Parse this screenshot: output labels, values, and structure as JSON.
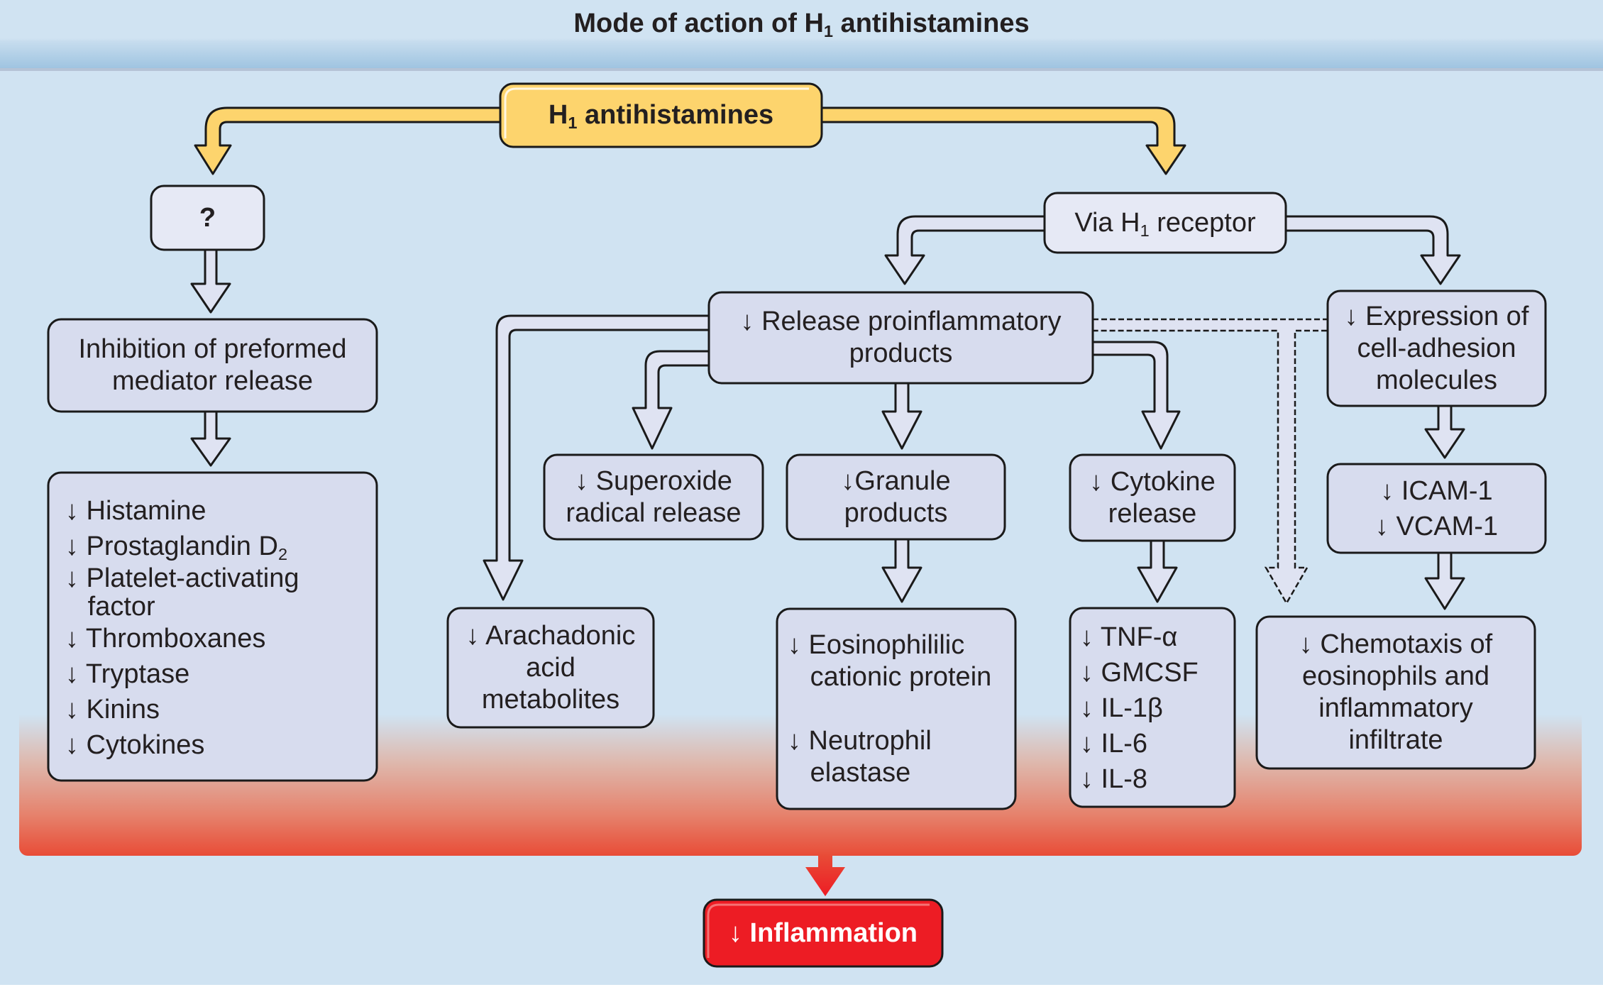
{
  "title": {
    "main": "Mode of action of H",
    "sub": "1",
    "rest": " antihistamines"
  },
  "colors": {
    "background": "#d0e3f2",
    "box_fill": "#d7dcee",
    "root_fill": "#fdd46d",
    "inflammation_fill": "#ed1c24",
    "gradient_red": "#e84c37",
    "stroke": "#1a1a1a"
  },
  "nodes": {
    "root": {
      "main": "H",
      "sub": "1",
      "rest": " antihistamines"
    },
    "unknown": {
      "text": "?"
    },
    "via_receptor": {
      "main": "Via H",
      "sub": "1",
      "rest": " receptor"
    },
    "inhibition": {
      "lines": [
        "Inhibition of preformed",
        "mediator release"
      ]
    },
    "release": {
      "lines": [
        "↓ Release proinflammatory",
        "products"
      ]
    },
    "expression": {
      "lines": [
        "↓ Expression of",
        "cell-adhesion",
        "molecules"
      ]
    },
    "mediators": {
      "items": [
        {
          "text": "↓ Histamine"
        },
        {
          "text": "↓ Prostaglandin D",
          "sub": "2"
        },
        {
          "text": "↓ Platelet-activating"
        },
        {
          "text": "   factor"
        },
        {
          "text": "↓ Thromboxanes"
        },
        {
          "text": "↓ Tryptase"
        },
        {
          "text": "↓ Kinins"
        },
        {
          "text": "↓ Cytokines"
        }
      ]
    },
    "superoxide": {
      "lines": [
        "↓ Superoxide",
        "radical release"
      ]
    },
    "granule": {
      "lines": [
        "↓Granule",
        "products"
      ]
    },
    "cytokine_release": {
      "lines": [
        "↓ Cytokine",
        "release"
      ]
    },
    "adhesion_molecules": {
      "lines": [
        "↓ ICAM-1",
        "↓ VCAM-1"
      ]
    },
    "arachadonic": {
      "lines": [
        "↓ Arachadonic",
        "acid",
        "metabolites"
      ]
    },
    "eosinophilic": {
      "lines": [
        "↓ Eosinophililic",
        "   cationic protein",
        "",
        "↓ Neutrophil",
        "   elastase"
      ]
    },
    "cytokines": {
      "lines": [
        "↓ TNF-α",
        "↓ GMCSF",
        "↓ IL-1β",
        "↓ IL-6",
        "↓ IL-8"
      ]
    },
    "chemotaxis": {
      "lines": [
        "↓ Chemotaxis of",
        "eosinophils and",
        "inflammatory",
        "infiltrate"
      ]
    },
    "inflammation": {
      "text": "↓ Inflammation"
    }
  }
}
